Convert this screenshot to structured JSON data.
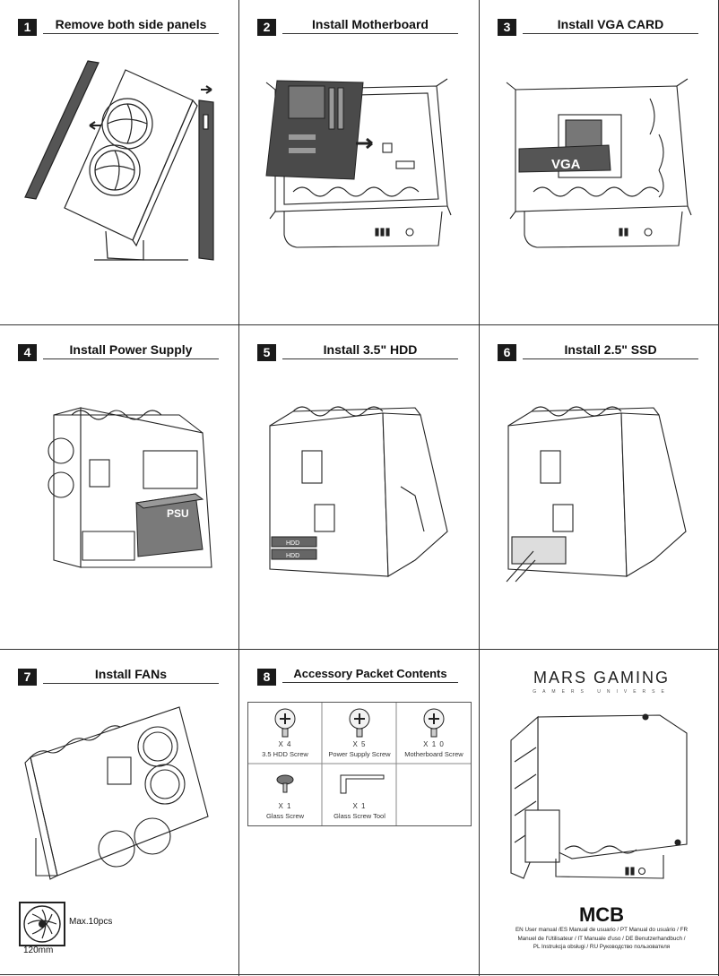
{
  "steps": [
    {
      "num": "1",
      "title": "Remove both side panels"
    },
    {
      "num": "2",
      "title": "Install Motherboard"
    },
    {
      "num": "3",
      "title": "Install VGA CARD"
    },
    {
      "num": "4",
      "title": "Install Power Supply"
    },
    {
      "num": "5",
      "title": "Install 3.5\" HDD"
    },
    {
      "num": "6",
      "title": "Install 2.5\" SSD"
    },
    {
      "num": "7",
      "title": "Install FANs"
    },
    {
      "num": "8",
      "title": "Accessory Packet Contents"
    }
  ],
  "art_labels": {
    "vga": "VGA",
    "psu": "PSU",
    "hdd": "HDD"
  },
  "accessories": [
    {
      "qty": "X 4",
      "name": "3.5 HDD Screw"
    },
    {
      "qty": "X 5",
      "name": "Power Supply Screw"
    },
    {
      "qty": "X 1 0",
      "name": "Motherboard Screw"
    },
    {
      "qty": "X 1",
      "name": "Glass Screw"
    },
    {
      "qty": "X 1",
      "name": "Glass Screw Tool"
    }
  ],
  "fans": {
    "max": "Max.10pcs",
    "size": "120mm"
  },
  "brand": {
    "name": "MARS GAMING",
    "tagline": "GAMERS UNIVERSE"
  },
  "model": "MCB",
  "manual_lines": [
    "EN User manual /ES Manual de usuario / PT Manual do usuário / FR",
    "Manuel de l'Utilisateur / IT Manuale d'uso / DE Benutzerhandbuch /",
    "PL Instrukcja obsługi / RU Руководство пользователя"
  ]
}
